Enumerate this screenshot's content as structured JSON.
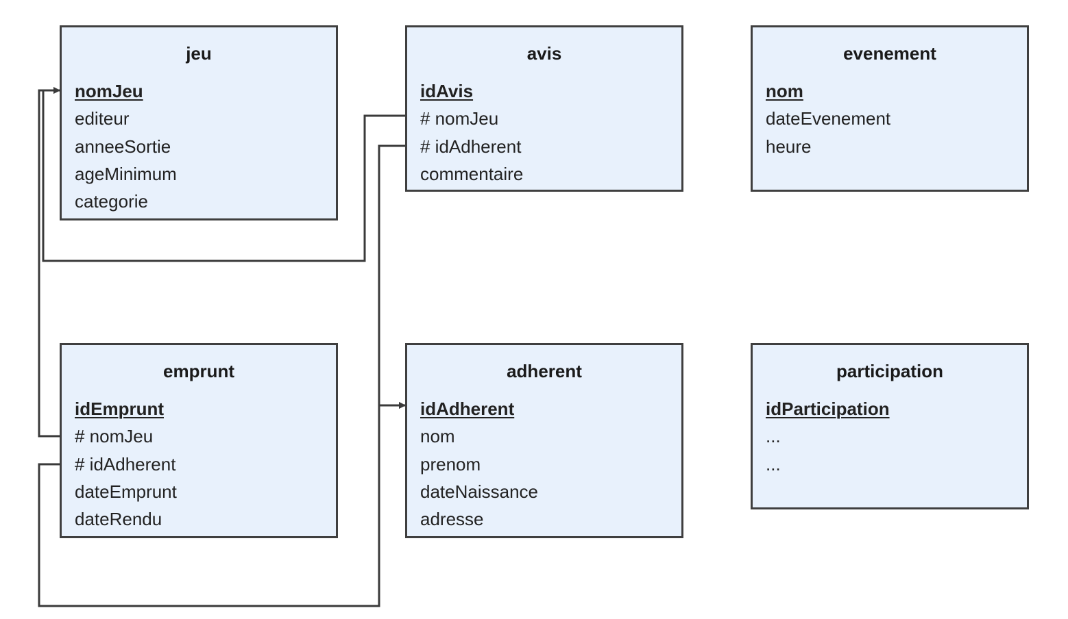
{
  "diagram": {
    "tables": [
      {
        "id": "jeu",
        "name": "jeu",
        "fields": [
          {
            "label": "nomJeu",
            "primary_key": true
          },
          {
            "label": "editeur",
            "primary_key": false
          },
          {
            "label": "anneeSortie",
            "primary_key": false
          },
          {
            "label": "ageMinimum",
            "primary_key": false
          },
          {
            "label": "categorie",
            "primary_key": false
          }
        ]
      },
      {
        "id": "avis",
        "name": "avis",
        "fields": [
          {
            "label": "idAvis",
            "primary_key": true
          },
          {
            "label": "# nomJeu",
            "primary_key": false
          },
          {
            "label": "# idAdherent",
            "primary_key": false
          },
          {
            "label": "commentaire",
            "primary_key": false
          }
        ]
      },
      {
        "id": "evenement",
        "name": "evenement",
        "fields": [
          {
            "label": "nom",
            "primary_key": true
          },
          {
            "label": "dateEvenement",
            "primary_key": false
          },
          {
            "label": "heure",
            "primary_key": false
          }
        ]
      },
      {
        "id": "emprunt",
        "name": "emprunt",
        "fields": [
          {
            "label": "idEmprunt",
            "primary_key": true
          },
          {
            "label": "# nomJeu",
            "primary_key": false
          },
          {
            "label": "# idAdherent",
            "primary_key": false
          },
          {
            "label": "dateEmprunt",
            "primary_key": false
          },
          {
            "label": "dateRendu",
            "primary_key": false
          }
        ]
      },
      {
        "id": "adherent",
        "name": "adherent",
        "fields": [
          {
            "label": "idAdherent",
            "primary_key": true
          },
          {
            "label": "nom",
            "primary_key": false
          },
          {
            "label": "prenom",
            "primary_key": false
          },
          {
            "label": "dateNaissance",
            "primary_key": false
          },
          {
            "label": "adresse",
            "primary_key": false
          }
        ]
      },
      {
        "id": "participation",
        "name": "participation",
        "fields": [
          {
            "label": "idParticipation",
            "primary_key": true
          },
          {
            "label": "...",
            "primary_key": false
          },
          {
            "label": "...",
            "primary_key": false
          }
        ]
      }
    ],
    "relations": [
      {
        "from_table": "avis",
        "from_field": "# nomJeu",
        "to_table": "jeu",
        "to_field": "nomJeu"
      },
      {
        "from_table": "emprunt",
        "from_field": "# nomJeu",
        "to_table": "jeu",
        "to_field": "nomJeu"
      },
      {
        "from_table": "avis",
        "from_field": "# idAdherent",
        "to_table": "adherent",
        "to_field": "idAdherent"
      },
      {
        "from_table": "emprunt",
        "from_field": "# idAdherent",
        "to_table": "adherent",
        "to_field": "idAdherent"
      }
    ],
    "colors": {
      "table_fill": "#e8f1fc",
      "table_border": "#3f3f3f",
      "connector": "#3a3a3a",
      "text": "#222222"
    }
  }
}
